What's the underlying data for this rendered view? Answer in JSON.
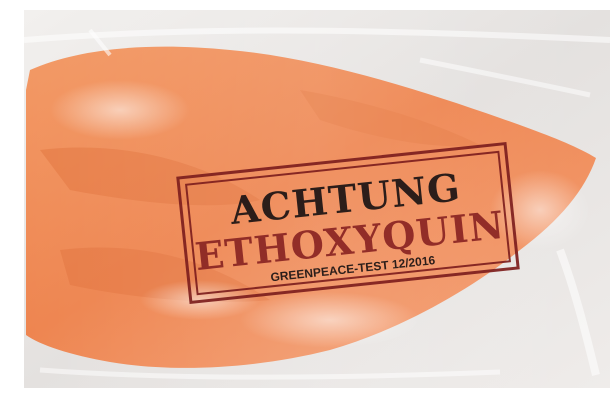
{
  "stamp": {
    "line1": "ACHTUNG",
    "line2": "ETHOXYQUIN",
    "line3": "GREENPEACE-TEST 12/2016"
  },
  "colors": {
    "background": "#ffffff",
    "packaging": "#e9e6e4",
    "salmon": "#f08a55",
    "stamp_red": "#7e1f1e",
    "stamp_dark": "#1c1414"
  }
}
